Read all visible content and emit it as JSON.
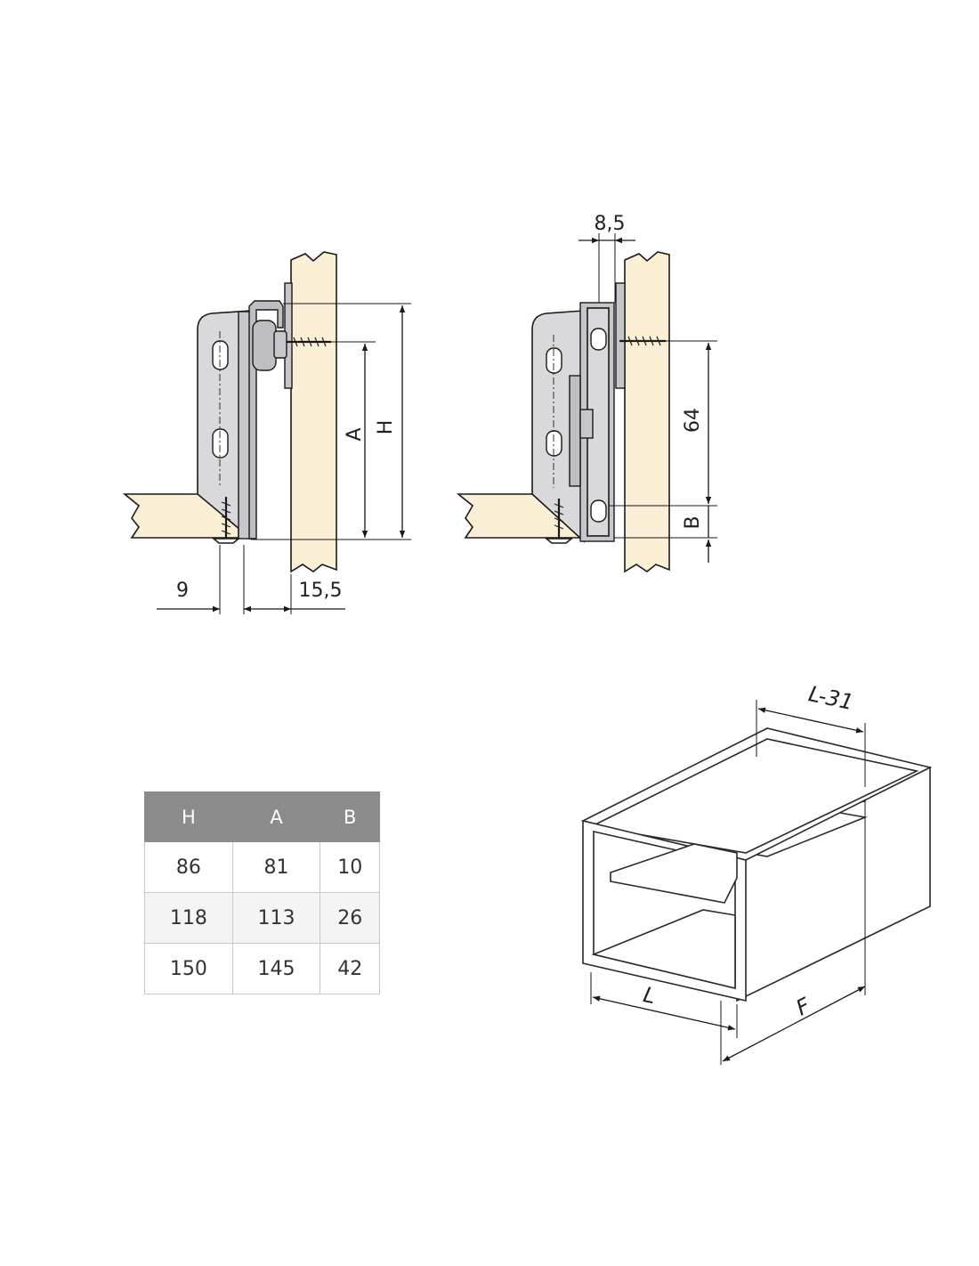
{
  "side_view_1": {
    "dim_A": "A",
    "dim_H": "H",
    "dim_9": "9",
    "dim_15_5": "15,5"
  },
  "side_view_2": {
    "dim_8_5": "8,5",
    "dim_64": "64",
    "dim_B": "B"
  },
  "drawer_view": {
    "dim_L31": "L-31",
    "dim_L": "L",
    "dim_F": "F"
  },
  "table": {
    "headers": [
      "H",
      "A",
      "B"
    ],
    "rows": [
      [
        "86",
        "81",
        "10"
      ],
      [
        "118",
        "113",
        "26"
      ],
      [
        "150",
        "145",
        "42"
      ]
    ]
  },
  "colors": {
    "wood": "#fbefd6",
    "metal": "#d9d9dc",
    "table_header": "#8c8c8c"
  }
}
